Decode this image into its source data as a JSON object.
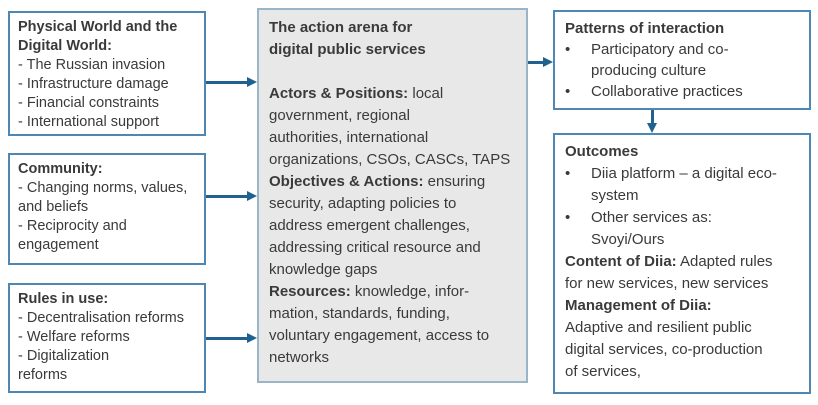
{
  "colors": {
    "box_border": "#4e86b4",
    "center_box_border": "#9ab4c8",
    "center_box_fill": "#e9e8e8",
    "arrow": "#20618f",
    "text": "#3a3a3a"
  },
  "glyphs": {
    "bullet": "•"
  },
  "left_boxes": [
    {
      "title_lines": [
        "Physical World and the",
        "Digital World:"
      ],
      "items": [
        "- The Russian invasion",
        "- Infrastructure damage",
        "- Financial constraints",
        "- International support"
      ]
    },
    {
      "title_lines": [
        "Community:"
      ],
      "items": [
        "- Changing norms, values,",
        "and beliefs",
        "- Reciprocity and",
        "engagement"
      ]
    },
    {
      "title_lines": [
        "Rules in use:"
      ],
      "items": [
        "- Decentralisation reforms",
        "- Welfare reforms",
        "- Digitalization",
        "reforms"
      ]
    }
  ],
  "center": {
    "title_lines": [
      "The action arena for",
      "digital public services"
    ],
    "body": [
      {
        "bold": "Actors & Positions:",
        "rest": " local"
      },
      {
        "rest": "government, regional"
      },
      {
        "rest": "authorities, international"
      },
      {
        "rest": "organizations, CSOs, CASCs, TAPS"
      },
      {
        "bold": "Objectives & Actions:",
        "rest": " ensuring"
      },
      {
        "rest": "security, adapting policies to"
      },
      {
        "rest": "address emergent challenges,"
      },
      {
        "rest": "addressing critical resource and"
      },
      {
        "rest": "knowledge gaps"
      },
      {
        "bold": "Resources:",
        "rest": " knowledge, infor-"
      },
      {
        "rest": "mation, standards, funding,"
      },
      {
        "rest": "voluntary engagement, access to"
      },
      {
        "rest": "networks"
      }
    ]
  },
  "patterns": {
    "title": "Patterns of interaction",
    "bullets": [
      {
        "lines": [
          "Participatory and co-",
          "producing culture"
        ]
      },
      {
        "lines": [
          "Collaborative practices"
        ]
      }
    ]
  },
  "outcomes": {
    "title": "Outcomes",
    "bullets": [
      {
        "lines": [
          "Diia platform – a digital eco-",
          "system"
        ]
      },
      {
        "lines": [
          "Other services as:",
          "Svoyi/Ours"
        ]
      }
    ],
    "sections": [
      {
        "bold": "Content of Diia:",
        "rest": " Adapted rules"
      },
      {
        "rest": "for new services, new services"
      },
      {
        "bold": "Management of Diia:",
        "rest": ""
      },
      {
        "rest": "Adaptive and resilient public"
      },
      {
        "rest": "digital services, co-production"
      },
      {
        "rest": "of services,"
      }
    ]
  }
}
